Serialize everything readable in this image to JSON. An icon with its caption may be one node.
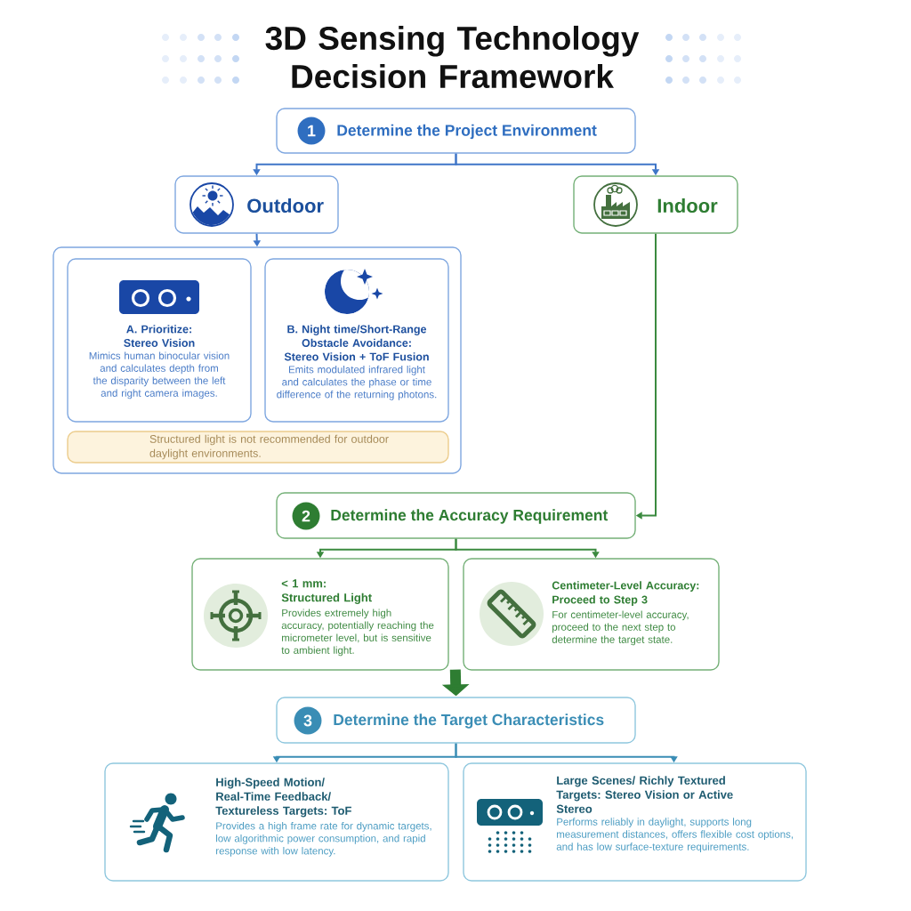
{
  "diagram": {
    "title": "3D Sensing Technology Decision Framework",
    "nodes": [
      {
        "text": [
          "Determine the Project Environment"
        ]
      },
      {
        "text": [
          "1"
        ],
        "in": 0
      },
      {
        "text": [
          "Outdoor"
        ]
      },
      {
        "text": [
          "Indoor"
        ]
      },
      {
        "text": [],
        "shape": "box"
      },
      {
        "text": [
          "A. Prioritize: Stereo Vision",
          "Mimics human binocular vision and calculates depth from the disparity between the left and right camera images."
        ],
        "in": 4
      },
      {
        "text": [
          "B. Night time/Short-Range Obstacle Avoidance: Stereo Vision + ToF Fusion",
          "Emits modulated infrared light and calculates the phase or time difference of the returning photons."
        ],
        "in": 4
      },
      {
        "text": [
          "Structured light is not recommended for outdoor daylight environments."
        ],
        "in": 4
      },
      {
        "text": [
          "Determine the Accuracy Requirement"
        ]
      },
      {
        "text": [
          "2"
        ],
        "in": 8
      },
      {
        "text": [
          "< 1 mm: Structured Light",
          "Provides extremely high accuracy, potentially reaching the micrometer level, but is sensitive to ambient light."
        ]
      },
      {
        "text": [
          "Centimeter-Level Accuracy: Proceed to Step 3",
          "For centimeter-level accuracy, proceed to the next step to determine the target state."
        ]
      },
      {
        "text": [
          "Determine the Target Characteristics"
        ]
      },
      {
        "text": [
          "3"
        ],
        "in": 12
      },
      {
        "text": [
          "High-Speed Motion/ Real-Time Feedback/ Textureless Targets: ToF",
          "Provides a high frame rate for dynamic targets, low algorithmic power consumption, and rapid response with low latency."
        ]
      },
      {
        "text": [
          "Large Scenes/ Richly Textured Targets: Stereo Vision or Active Stereo",
          "Performs reliably in daylight, supports long measurement distances, offers flexible cost options, and has low surface-texture requirements."
        ]
      }
    ],
    "edges": [
      {
        "from": 0,
        "to": 2,
        "arrow": "to",
        "color": "#3f76c8"
      },
      {
        "from": 0,
        "to": 3,
        "arrow": "to",
        "color": "#3f76c8"
      },
      {
        "from": 2,
        "to": 4,
        "arrow": "to",
        "color": "#3f76c8"
      },
      {
        "from": 3,
        "to": 8,
        "arrow": "to",
        "color": "#3b8a3f"
      },
      {
        "from": 8,
        "to": 10,
        "arrow": "to",
        "color": "#3b8a3f"
      },
      {
        "from": 8,
        "to": 11,
        "arrow": "to",
        "color": "#3b8a3f"
      },
      {
        "from": 11,
        "to": 12,
        "arrow": "to",
        "style": "thick",
        "color": "#2e7d32"
      },
      {
        "from": 12,
        "to": 14,
        "arrow": "to",
        "color": "#3a8db5"
      },
      {
        "from": 12,
        "to": 15,
        "arrow": "to",
        "color": "#3a8db5"
      }
    ]
  }
}
